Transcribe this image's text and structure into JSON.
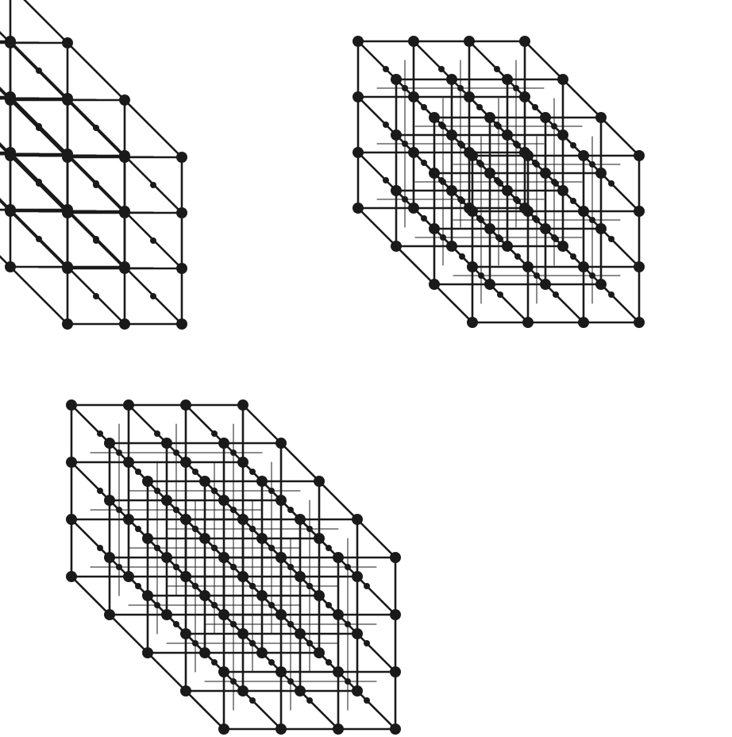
{
  "figure": {
    "style": {
      "ink": "#1a1a1a",
      "background": "#ffffff"
    },
    "panels": [
      {
        "id": "top-left",
        "nx": 2,
        "ny": 3,
        "nz": 3,
        "node_style": "filled-dots",
        "edge_style": "bold-and-thin"
      },
      {
        "id": "top-right",
        "nx": 3,
        "ny": 3,
        "nz": 3,
        "node_style": "filled-dots",
        "edge_style": "bold-and-thin"
      },
      {
        "id": "bottom",
        "nx": 3,
        "ny": 4,
        "nz": 3,
        "node_style": "filled-dots",
        "edge_style": "bold-and-thin"
      }
    ]
  }
}
